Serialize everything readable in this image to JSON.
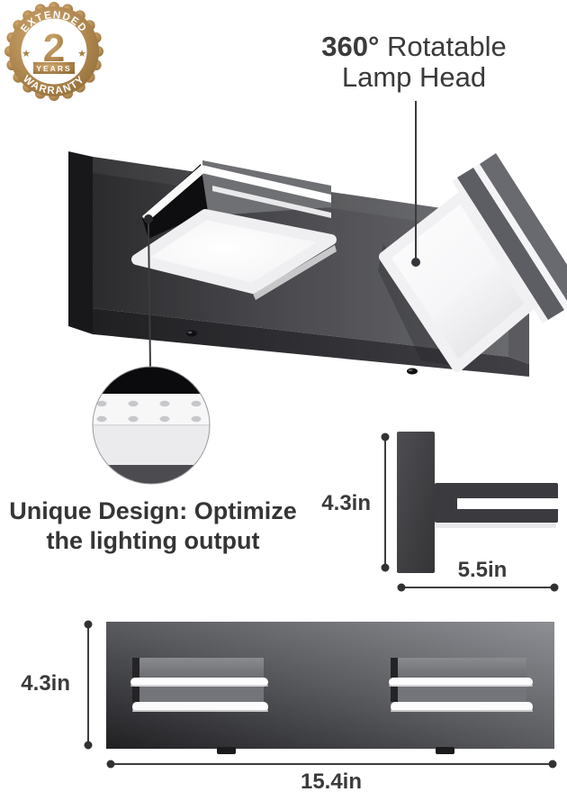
{
  "badge": {
    "arc_top": "EXTENDED",
    "years_number": "2",
    "years_label": "YEARS",
    "arc_bottom": "WARRANTY"
  },
  "heading": {
    "highlight": "360°",
    "rest": " Rotatable",
    "line2": "Lamp Head"
  },
  "feature_caption": {
    "line1": "Unique Design: Optimize",
    "line2": "the lighting output"
  },
  "side_view": {
    "height_label": "4.3in",
    "depth_label": "5.5in"
  },
  "front_view": {
    "height_label": "4.3in",
    "width_label": "15.4in"
  },
  "colors": {
    "accent_gold": "#a57e41",
    "text_dark": "#3a3a3a",
    "fixture_dark": "#2d2d30",
    "fixture_light": "#66676b",
    "diffuser_white": "#f7f7f8"
  }
}
